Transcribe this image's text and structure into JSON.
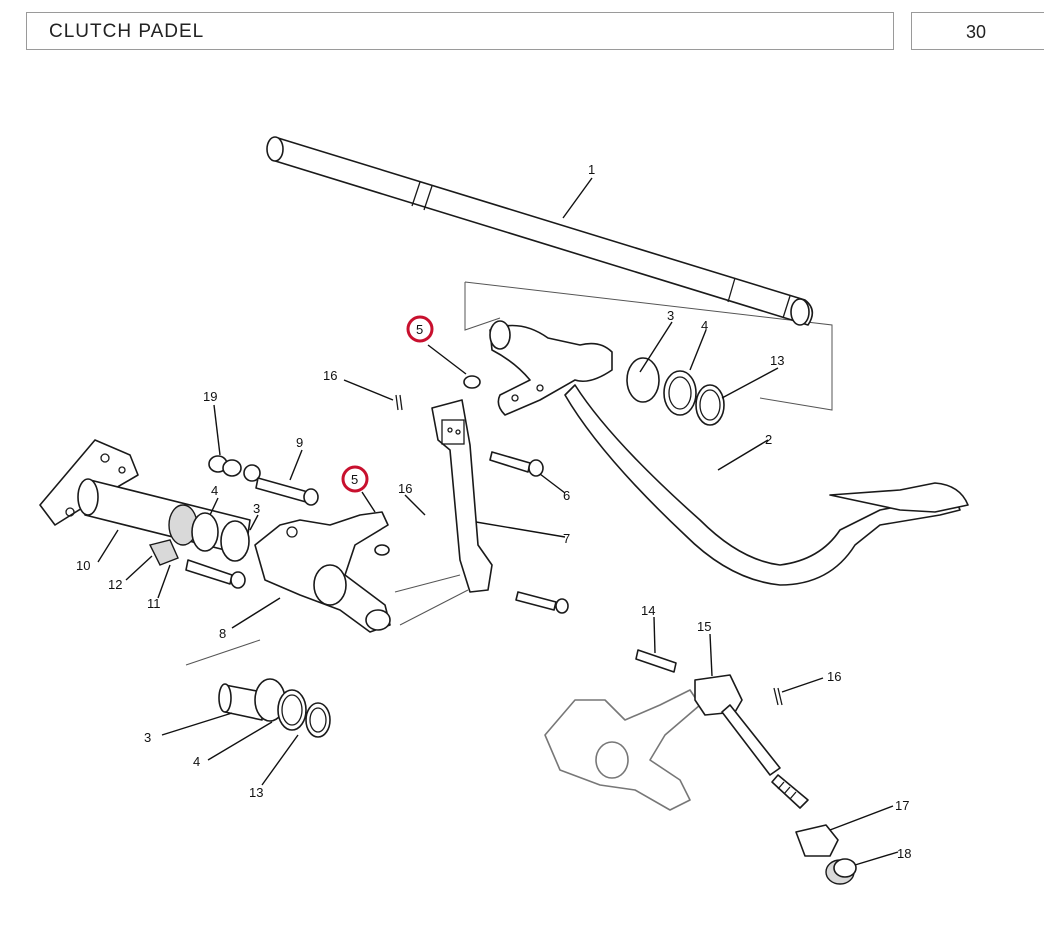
{
  "header": {
    "title": "CLUTCH  PADEL",
    "page_number": "30"
  },
  "callouts": [
    "1",
    "2",
    "3",
    "4",
    "13",
    "5",
    "16",
    "19",
    "9",
    "4",
    "3",
    "5",
    "16",
    "7",
    "6",
    "10",
    "12",
    "11",
    "8",
    "3",
    "4",
    "13",
    "14",
    "15",
    "16",
    "17",
    "18"
  ],
  "highlight_color": "#c8102e"
}
